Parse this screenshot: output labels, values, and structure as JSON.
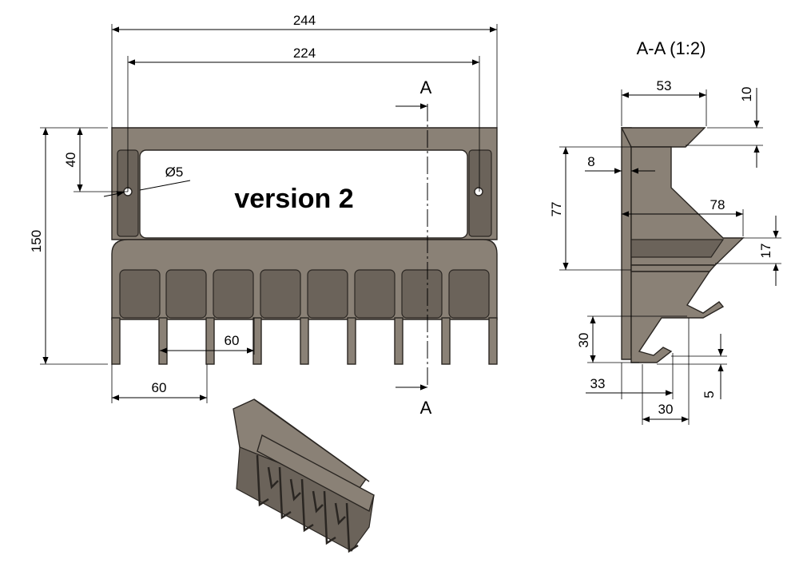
{
  "dimensions": {
    "overall_width": "244",
    "inner_width": "224",
    "height_150": "150",
    "height_40": "40",
    "hole_dia": "Ø5",
    "spacing_60_lower": "60",
    "spacing_60_mid": "60",
    "section_53": "53",
    "section_10": "10",
    "section_8": "8",
    "section_77": "77",
    "section_78": "78",
    "section_17": "17",
    "section_30_vertical": "30",
    "section_33": "33",
    "section_5": "5",
    "section_30_horizontal": "30"
  },
  "labels": {
    "section_top": "A",
    "section_bottom": "A",
    "version": "version 2",
    "section_title": "A-A (1:2)"
  },
  "colors": {
    "part_fill": "#8a8176",
    "part_dark": "#6b635a",
    "outline": "#2a2622"
  }
}
